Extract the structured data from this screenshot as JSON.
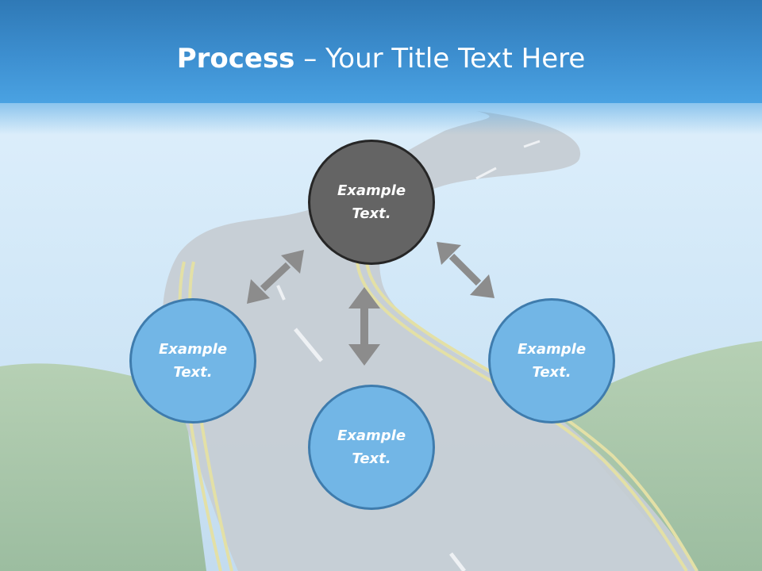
{
  "title": {
    "bold": "Process",
    "rest": " – Your Title Text Here"
  },
  "nodes": {
    "top": "Example\nText.",
    "left": "Example\nText.",
    "bottom": "Example\nText.",
    "right": "Example\nText."
  },
  "colors": {
    "title_bar": "#3d8fd0",
    "node_dark_fill": "#646464",
    "node_dark_border": "#262626",
    "node_blue_fill": "#72b6e6",
    "node_blue_border": "#3f7cad",
    "arrow": "#8c8c8c"
  }
}
